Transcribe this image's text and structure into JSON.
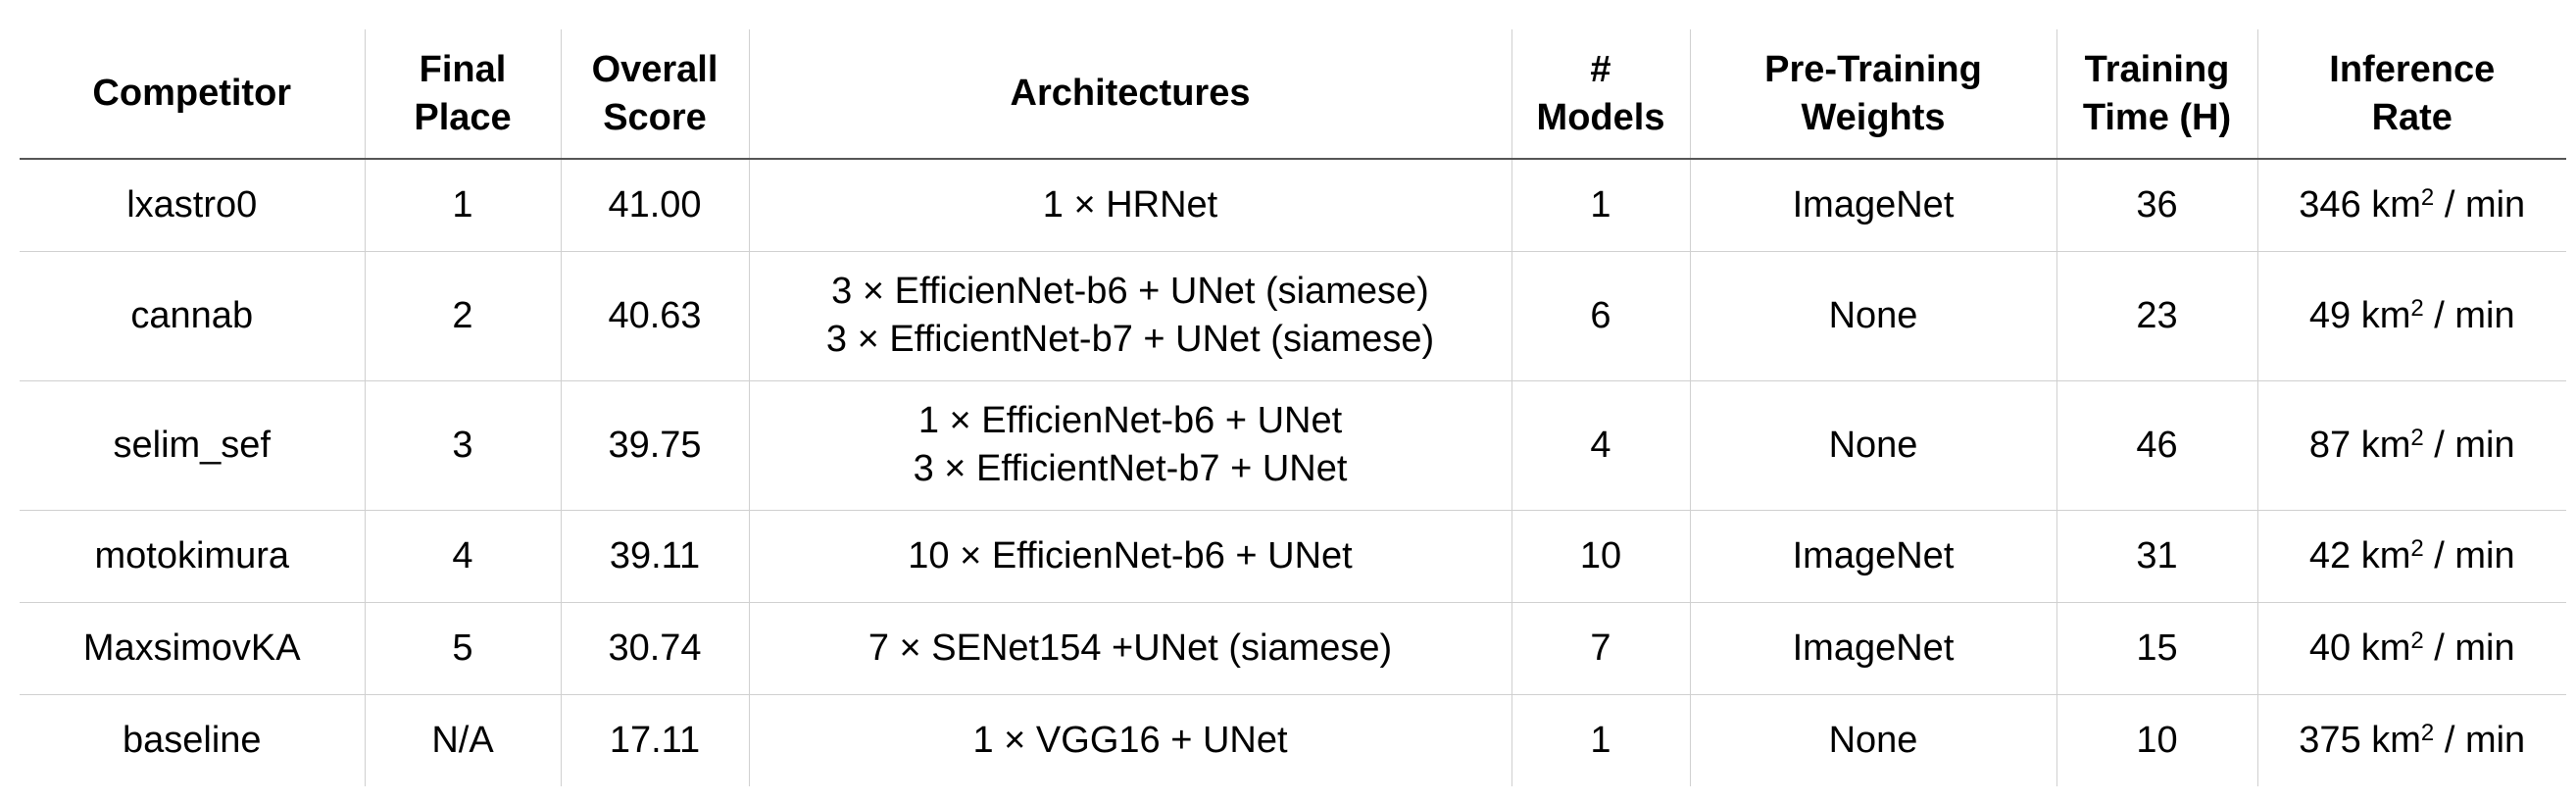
{
  "table": {
    "headers": [
      {
        "lines": [
          "Competitor"
        ]
      },
      {
        "lines": [
          "Final",
          "Place"
        ]
      },
      {
        "lines": [
          "Overall",
          "Score"
        ]
      },
      {
        "lines": [
          "Architectures"
        ]
      },
      {
        "lines": [
          "#",
          "Models"
        ]
      },
      {
        "lines": [
          "Pre-Training",
          "Weights"
        ]
      },
      {
        "lines": [
          "Training",
          "Time (H)"
        ]
      },
      {
        "lines": [
          "Inference",
          "Rate"
        ]
      }
    ],
    "rate_unit": {
      "base": "km",
      "exp": "2",
      "suffix": " / min"
    },
    "rows": [
      {
        "competitor": "lxastro0",
        "place": "1",
        "score": "41.00",
        "arch": [
          "1 × HRNet"
        ],
        "models": "1",
        "weights": "ImageNet",
        "time": "36",
        "rate": "346"
      },
      {
        "competitor": "cannab",
        "place": "2",
        "score": "40.63",
        "arch": [
          "3 × EfficienNet-b6 + UNet (siamese)",
          "3 × EfficientNet-b7 + UNet (siamese)"
        ],
        "models": "6",
        "weights": "None",
        "time": "23",
        "rate": "49"
      },
      {
        "competitor": "selim_sef",
        "place": "3",
        "score": "39.75",
        "arch": [
          "1 × EfficienNet-b6 + UNet",
          "3 × EfficientNet-b7 + UNet"
        ],
        "models": "4",
        "weights": "None",
        "time": "46",
        "rate": "87"
      },
      {
        "competitor": "motokimura",
        "place": "4",
        "score": "39.11",
        "arch": [
          "10 × EfficienNet-b6 + UNet"
        ],
        "models": "10",
        "weights": "ImageNet",
        "time": "31",
        "rate": "42"
      },
      {
        "competitor": "MaxsimovKA",
        "place": "5",
        "score": "30.74",
        "arch": [
          "7 × SENet154 +UNet (siamese)"
        ],
        "models": "7",
        "weights": "ImageNet",
        "time": "15",
        "rate": "40"
      },
      {
        "competitor": "baseline",
        "place": "N/A",
        "score": "17.11",
        "arch": [
          "1 × VGG16 + UNet"
        ],
        "models": "1",
        "weights": "None",
        "time": "10",
        "rate": "375"
      }
    ]
  }
}
